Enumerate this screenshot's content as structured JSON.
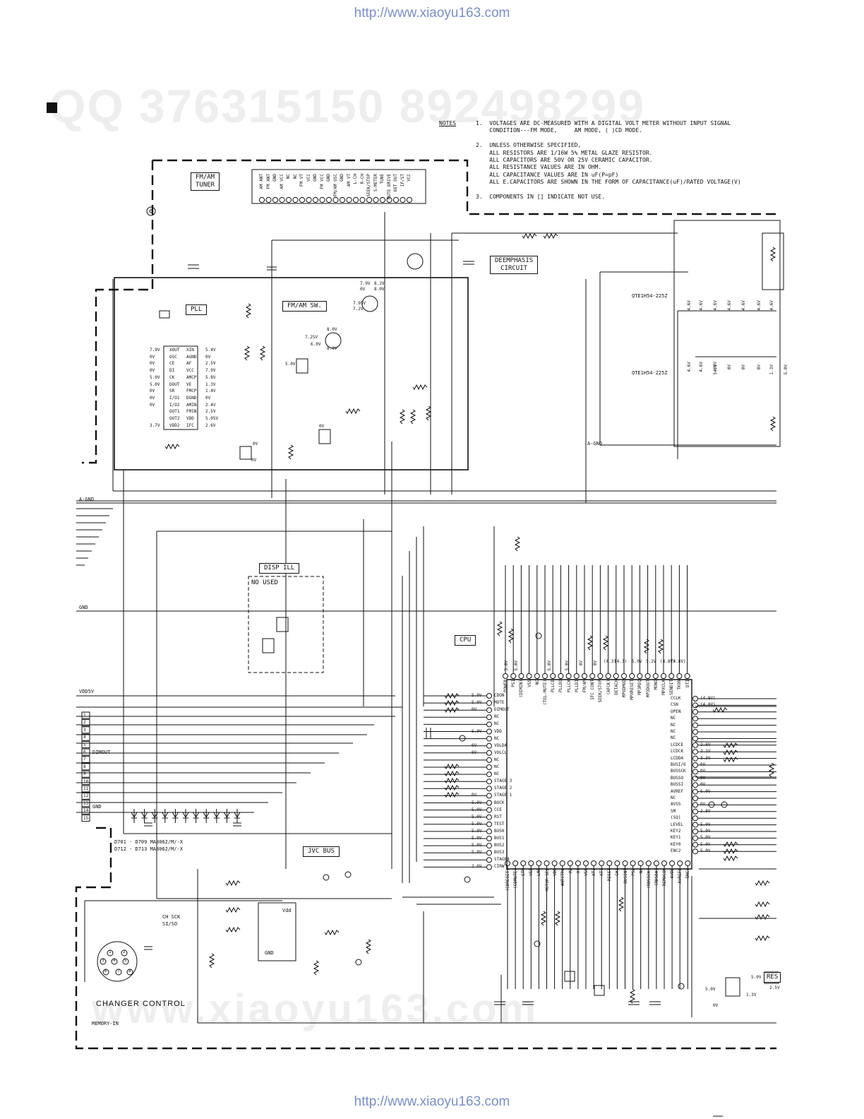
{
  "header_url": "http://www.xiaoyu163.com",
  "footer_url": "http://www.xiaoyu163.com",
  "watermark_top": "QQ 376315150   892498299",
  "watermark_bottom": "www.xiaoyu163.com",
  "notes": {
    "heading": "NOTES",
    "lines": [
      "1.  VOLTAGES ARE DC-MEASURED WITH A DIGITAL VOLT METER WITHOUT INPUT SIGNAL",
      "    CONDITION---FM MODE,     AM MODE, ( )CD MODE.",
      "",
      "2.  UNLESS OTHERWISE SPECIFIED,",
      "    ALL RESISTORS ARE 1/16W 5% METAL GLAZE RESISTOR.",
      "    ALL CAPACITORS ARE 50V OR 25V CERAMIC CAPACITOR.",
      "    ALL RESISTANCE VALUES ARE IN OHM.",
      "    ALL CAPACITANCE VALUES ARE IN uF(P=pF)",
      "    ALL E.CAPACITORS ARE SHOWN IN THE FORM OF CAPACITANCE(uF)/RATED VOLTAGE(V)",
      "",
      "3.  COMPONENTS IN [] INDICATE NOT USE."
    ]
  },
  "blocks": {
    "tuner": "FM/AM\nTUNER",
    "pll": "PLL",
    "fm_am_sw": "FM/AM SW.",
    "deemphasis": "DEEMPHASIS\nCIRCUIT",
    "disp_ill": "DISP ILL",
    "no_used": "NO USED",
    "cpu": "CPU",
    "jvc_bus": "JVC BUS",
    "changer_control": "CHANGER CONTROL",
    "res": "RES"
  },
  "tuner_pins": [
    "AM ANT",
    "FM ANT",
    "GND",
    "AM VCC",
    "NC",
    "NC",
    "FM VT",
    "VCC",
    "GND",
    "FM VCC",
    "GND",
    "FM/AM OSC",
    "GND",
    "AM VT",
    "L-CH",
    "R-CH",
    "SEEK/STOP",
    "S-METER",
    "TUNE",
    "MUTE DRIVE",
    "DET OUT",
    "IF/ST",
    "VCC"
  ],
  "pll_pins_left": [
    "XOUT",
    "OSC",
    "CE",
    "DI",
    "CK",
    "DOUT",
    "SR",
    "I/O1",
    "I/O2",
    "OUT1",
    "OUT2",
    "VDD2"
  ],
  "pll_pins_right": [
    "XIN",
    "AGND",
    "AF",
    "VCC",
    "AMCP",
    "VE",
    "FMCP",
    "DGND",
    "AMIN",
    "FMIN",
    "VDD",
    "IFC"
  ],
  "cpu_pins_left": [
    "CDON",
    "MUTE",
    "DIMOUT",
    "NC",
    "NC",
    "VDD",
    "NC",
    "VOLDA",
    "VOLCL",
    "NC",
    "NC",
    "NC",
    "STAGE 3",
    "STAGE 2",
    "STAGE 1",
    "BUCK",
    "CCE",
    "RST",
    "TEST",
    "BUS0",
    "BUS1",
    "BUS2",
    "BUS3",
    "STAGE4",
    "CIRW"
  ],
  "cpu_pins_right": [
    "CCLK",
    "CSN",
    "OPEN",
    "NC",
    "NC",
    "NC",
    "NC",
    "LCDCE",
    "LCDCK",
    "LCDDA",
    "BUSI/O",
    "BUSSCK",
    "BUSSO",
    "BUSSI",
    "AVREF",
    "NC",
    "AVSS",
    "SM",
    "(SQ)",
    "LEVEL",
    "KEY2",
    "KEY1",
    "KEY0",
    "ENC2"
  ],
  "cpu_pins_top": [
    "POWER",
    "PS1",
    "(DIMIN)",
    "VSS",
    "NC",
    "(TEL-MUTE)",
    "PLLCE",
    "PLLDO",
    "PLLCK",
    "PLLDI",
    "FM/AM",
    "IFC CONT",
    "SEEK/STOP",
    "(AFCK)",
    "DETACH",
    "MPXDMOD",
    "MPXRESET",
    "MP3REQ",
    "MP3DOUT",
    "MONO",
    "MPXCLK",
    "SENDIT",
    "TKON",
    "DTI"
  ],
  "cpu_pins_bottom": [
    "(CDRESET)",
    "(CDMUTE)",
    "STM",
    "VSS",
    "LM0",
    "MOTOR SEL",
    "VDD",
    "ANTCTRL",
    "X2",
    "X1",
    "VSS",
    "XT2",
    "XT1",
    "RESET",
    "CH1",
    "BUSINT",
    "PS2",
    "NC",
    "(RDSSCK)",
    "(RDSDA)",
    "REMOCON",
    "AVDD",
    "AVREF0",
    "ENC1"
  ],
  "changer_labels": {
    "ch_sck": "CH SCK",
    "si_so": "SI/SO",
    "memory_in": "MEMORY-IN"
  },
  "diode_note": [
    "D701 - D709   MA8062/M/-X",
    "D712 - D713   MA8062/M/-X"
  ],
  "net_labels": {
    "agnd": "A-GND",
    "gnd": "GND",
    "vdd5v": "VDD5V",
    "dimout": "DIMOUT",
    "gnd2": "GND",
    "agnd_r": "A-GND",
    "vdd": "Vdd",
    "gnd_ic": "GND"
  },
  "qte1": "QTE1H54-225Z",
  "qte2": "QTE1H54-225Z",
  "connector_numbers": [
    "1",
    "2",
    "3",
    "4",
    "5",
    "6",
    "7",
    "8",
    "9",
    "10",
    "11",
    "12",
    "13",
    "14",
    "15"
  ],
  "changer_pins": [
    "1",
    "2",
    "3",
    "4",
    "5",
    "6",
    "7",
    "8"
  ],
  "voltages": {
    "pll_left": [
      "7.9V",
      "0V",
      "0V",
      "0V",
      "5.0V",
      "5.0V",
      "0V",
      "0V",
      "0V",
      "",
      "",
      "3.7V"
    ],
    "pll_right": [
      "5.4V",
      "0V",
      "2.5V",
      "7.9V",
      "5.8V",
      "1.3V",
      "1.4V",
      "0V",
      "2.4V",
      "2.5V",
      "5.05V",
      "2.6V"
    ],
    "cpu_left": [
      "5.0V",
      "5.0V",
      "0V",
      "",
      "",
      "5.0V",
      "",
      "0V",
      "0V",
      "",
      "",
      "",
      "",
      "",
      "0V",
      "5.0V",
      "5.0V",
      "5.0V",
      "5.0V",
      "5.0V",
      "5.0V",
      "5.0V",
      "5.0V",
      "",
      "2.0V"
    ],
    "cpu_right": [
      "(4.8V)",
      "(4.8V)",
      "",
      "",
      "",
      "",
      "",
      "2.6V",
      "3.1V",
      "3.3V",
      "0V",
      "0V",
      "0V",
      "0V",
      "5.0V",
      "",
      "0V",
      "2.8V",
      "",
      "5.0V",
      "5.0V",
      "5.0V",
      "5.0V",
      "5.0V"
    ],
    "fmsw": [
      "7.9V",
      "8.2V",
      "0V",
      "8.0V",
      "7.95V",
      "7.2V",
      "7.25V",
      "8.0V",
      "8.0V",
      "5.0V",
      "6.0V",
      "0V",
      "0V",
      "0V"
    ],
    "misc": [
      "4.6V",
      "4.6V",
      "4.6V",
      "4.6V",
      "4.6V",
      "4.6V",
      "4.6V",
      "4.6V",
      "4.6V",
      "4.6V",
      "5.0V",
      "0V",
      "0V",
      "0V",
      "1.3V",
      "5.0V",
      "(4.3)",
      "(4.3)",
      "5.0V",
      "5.2V",
      "(4.8V)",
      "(4.8V)",
      "5.0V",
      "5.0V",
      "5.0V",
      "5.0V",
      "0V",
      "0V",
      "5.0V",
      "0V",
      "1.3V",
      "5.0V",
      "2.5V"
    ]
  }
}
